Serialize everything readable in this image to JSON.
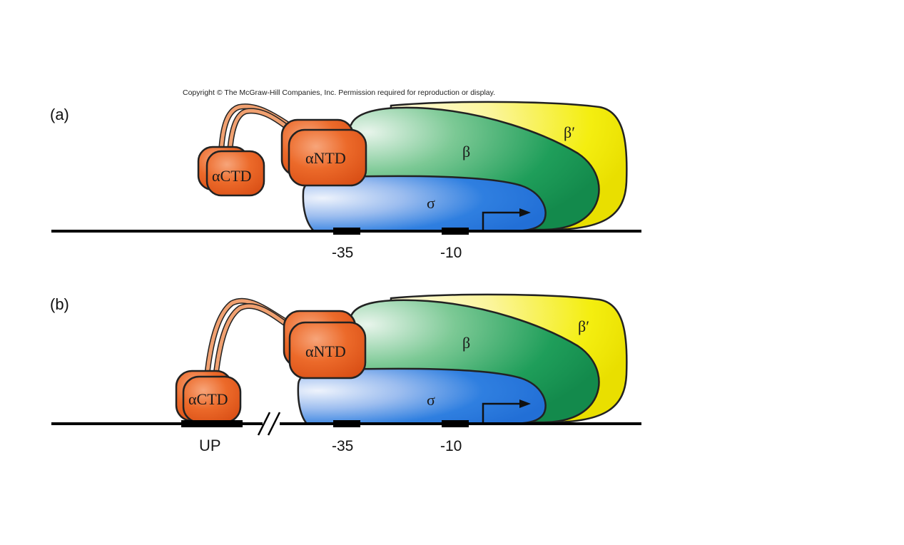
{
  "copyright": "Copyright © The McGraw-Hill Companies, Inc. Permission required for reproduction or display.",
  "panels": [
    {
      "id": "a",
      "label": "(a)",
      "alpha_ctd": "αCTD",
      "alpha_ntd": "αNTD",
      "beta": "β",
      "beta_prime": "β′",
      "sigma": "σ",
      "minus35": "-35",
      "minus10": "-10"
    },
    {
      "id": "b",
      "label": "(b)",
      "alpha_ctd": "αCTD",
      "alpha_ntd": "αNTD",
      "beta": "β",
      "beta_prime": "β′",
      "sigma": "σ",
      "minus35": "-35",
      "minus10": "-10",
      "up": "UP"
    }
  ],
  "colors": {
    "alpha": "#e8591e",
    "beta": "#1fa05a",
    "beta_prime": "#f4ee10",
    "sigma": "#2f7fe0",
    "dna": "#000000"
  }
}
